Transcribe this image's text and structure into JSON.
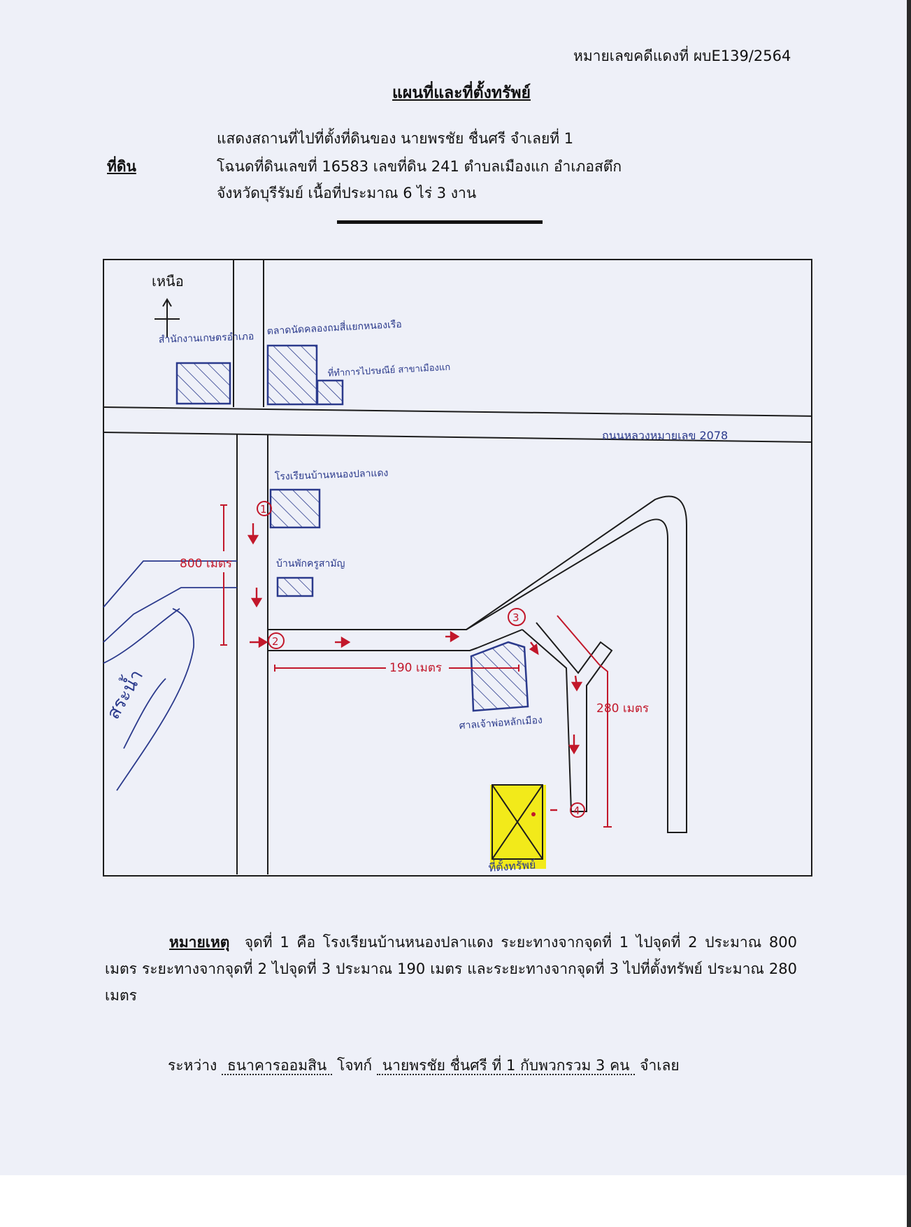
{
  "header": {
    "case_number": "หมายเลขคดีแดงที่ ผบE139/2564",
    "title": "แผนที่และที่ตั้งทรัพย์"
  },
  "land": {
    "label": "ที่ดิน",
    "line1": "แสดงสถานที่ไปที่ตั้งที่ดินของ  นายพรชัย ชื่นศรี  จำเลยที่ 1",
    "line2": "โฉนดที่ดินเลขที่  16583  เลขที่ดิน  241  ตำบลเมืองแก  อำเภอสตึก",
    "line3": "จังหวัดบุรีรัมย์  เนื้อที่ประมาณ  6 ไร่ 3 งาน"
  },
  "map": {
    "north": "เหนือ",
    "labels": {
      "top_left_building": "สำนักงานเกษตรอำเภอ",
      "top_middle_building": "ตลาดนัดคลองถมสี่แยกหนองเรือ",
      "top_small_building": "ที่ทำการไปรษณีย์ สาขาเมืองแก",
      "road": "ถนนหลวงหมายเลข 2078",
      "school": "โรงเรียนบ้านหนองปลาแดง",
      "shop": "บ้านพักครูสามัญ",
      "pond": "สระน้ำ",
      "big_building": "ศาลเจ้าพ่อหลักเมือง",
      "property": "ที่ตั้งทรัพย์"
    },
    "points": [
      "1",
      "2",
      "3",
      "4"
    ],
    "distances": {
      "d1": "800 เมตร",
      "d2": "190 เมตร",
      "d3": "280 เมตร"
    },
    "colors": {
      "ink_blue": "#2b3a8c",
      "ink_red": "#c2182b",
      "highlight": "#f2ea1a"
    }
  },
  "remark": {
    "label": "หมายเหตุ",
    "text": "จุดที่ 1 คือ โรงเรียนบ้านหนองปลาแดง ระยะทางจากจุดที่ 1 ไปจุดที่ 2 ประมาณ 800 เมตร ระยะทางจากจุดที่ 2 ไปจุดที่ 3 ประมาณ 190 เมตร และระยะทางจากจุดที่ 3 ไปที่ตั้งทรัพย์ ประมาณ 280 เมตร"
  },
  "parties": {
    "between": "ระหว่าง",
    "plaintiff": "ธนาคารออมสิน",
    "plaintiff_role": "โจทก์",
    "defendant": "นายพรชัย ชื่นศรี ที่ 1 กับพวกรวม 3 คน",
    "defendant_role": "จำเลย"
  }
}
